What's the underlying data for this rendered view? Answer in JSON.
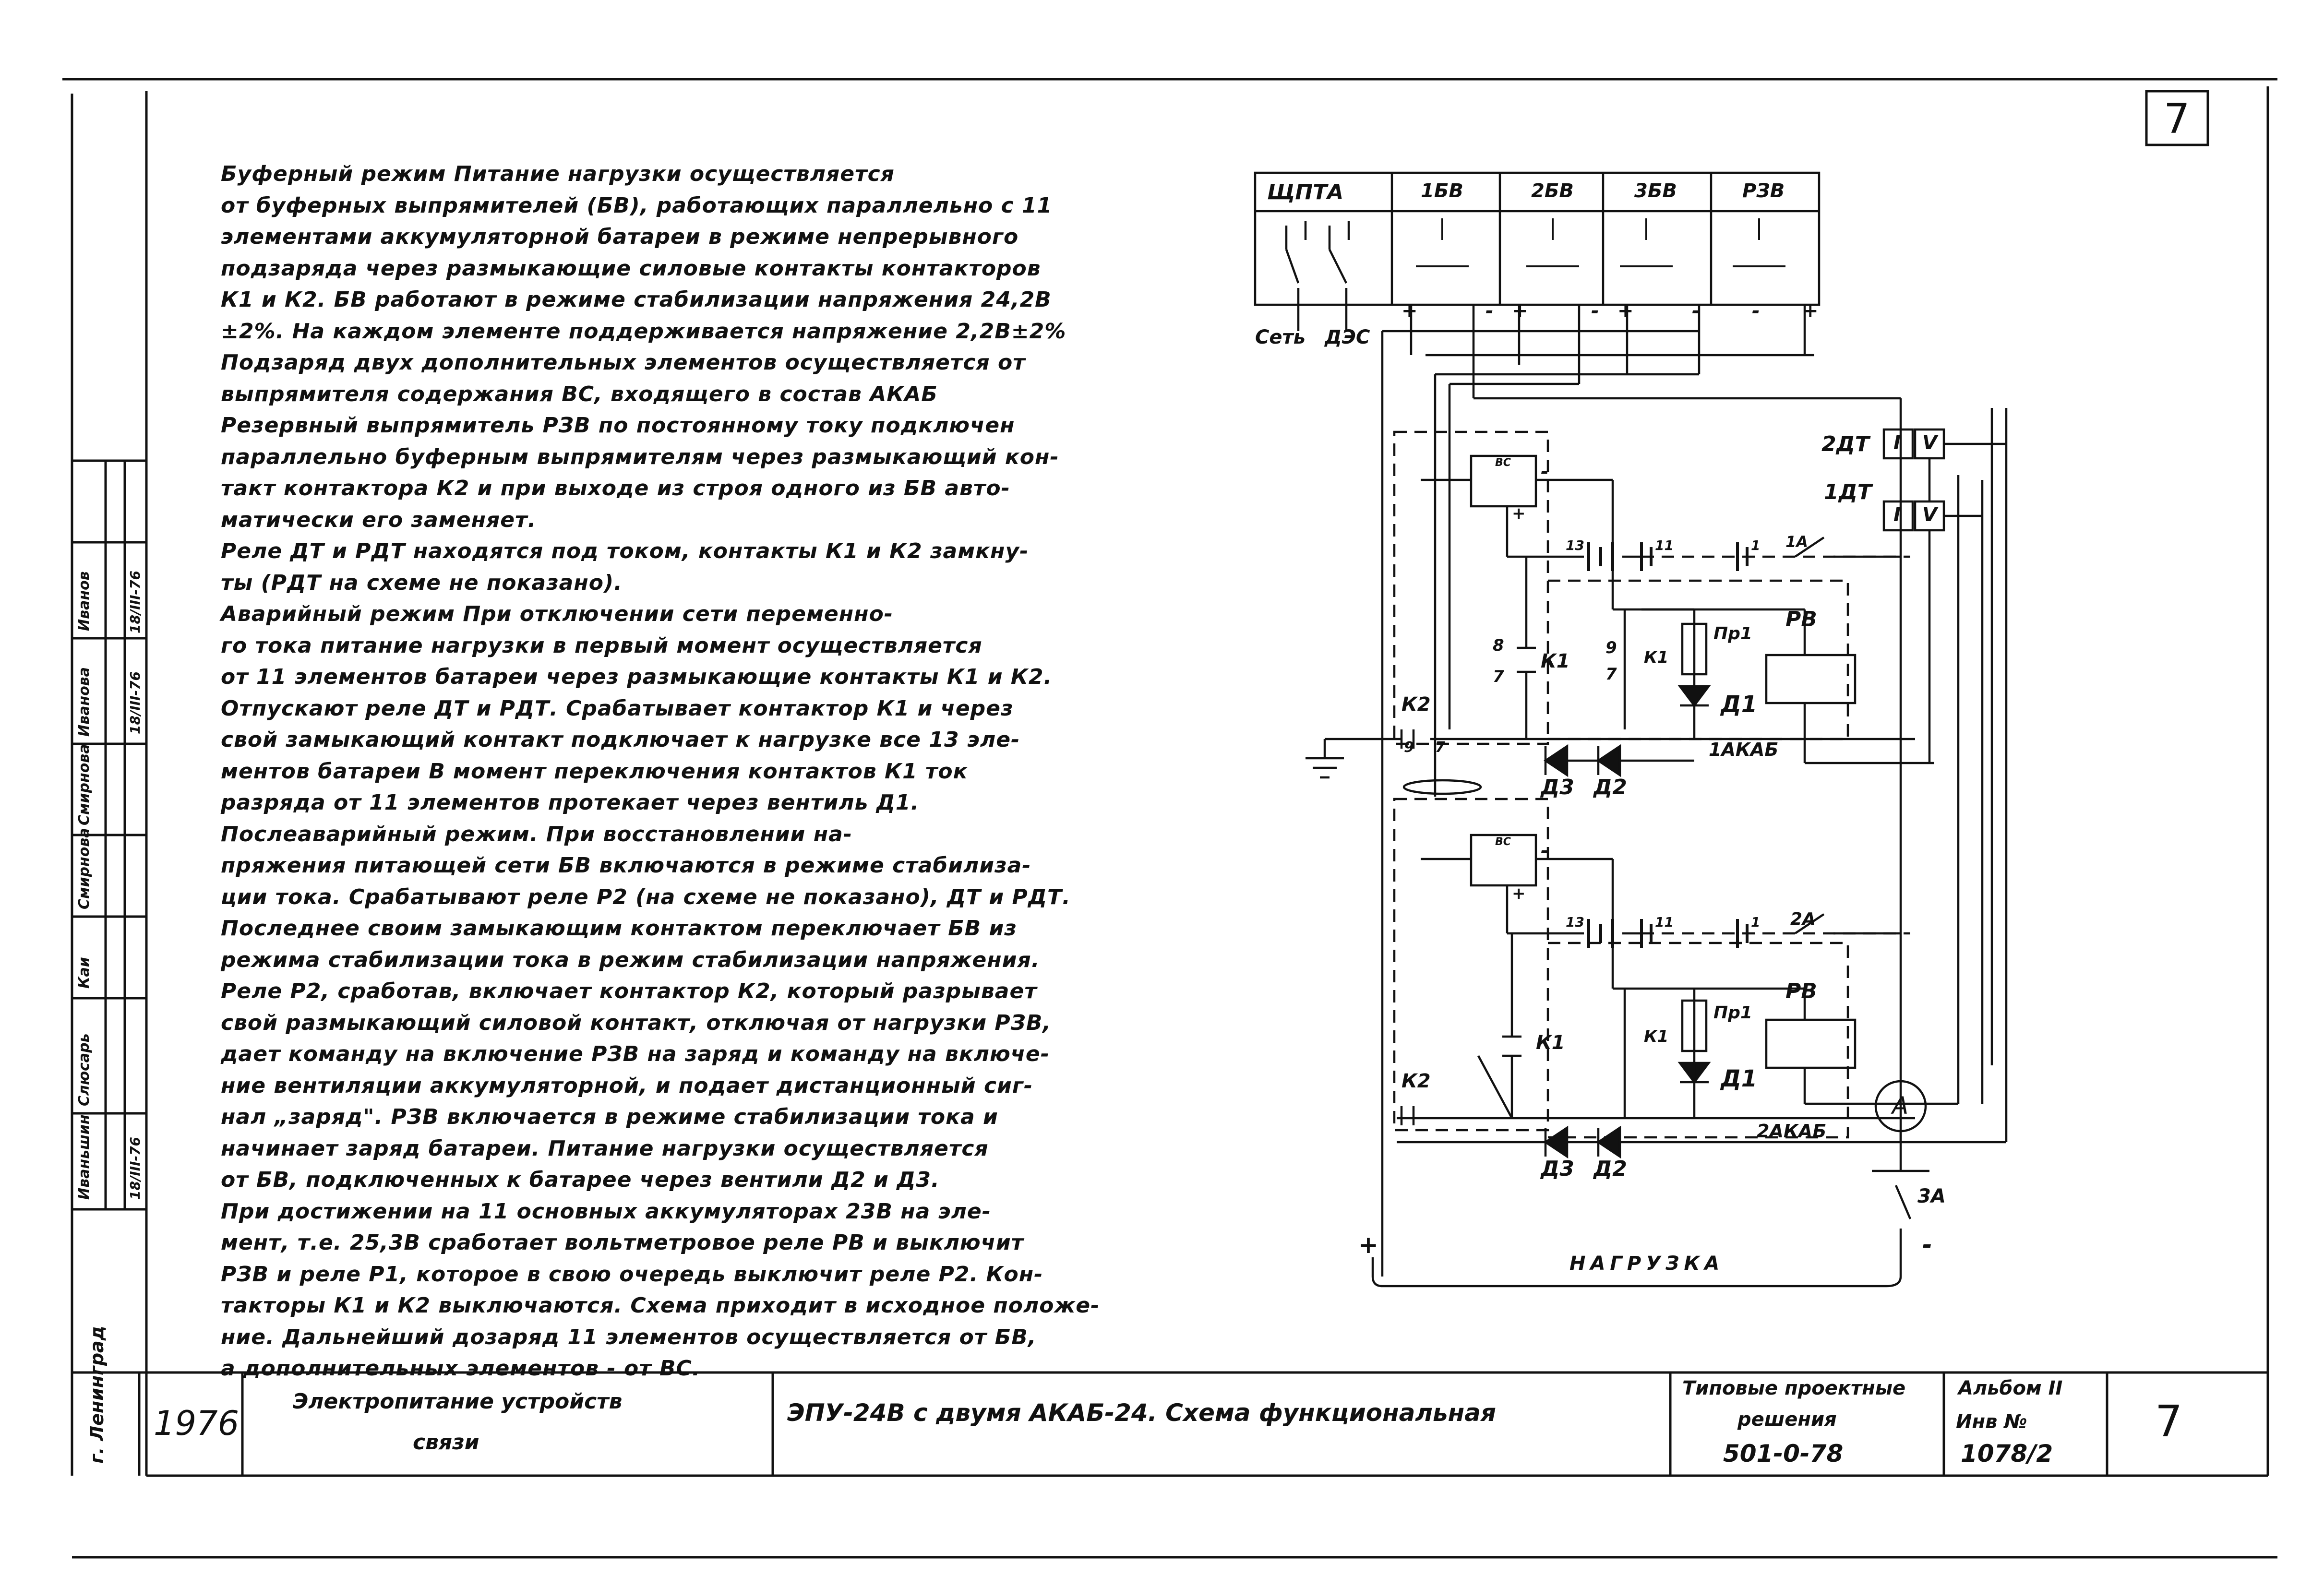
{
  "sheet_number": "7",
  "text_lines": [
    "Буферный режим  Питание нагрузки осуществляется",
    "от буферных выпрямителей (БВ), работающих параллельно с 11",
    "элементами аккумуляторной батареи в режиме непрерывного",
    "подзаряда через размыкающие силовые контакты контакторов",
    "К1 и К2. БВ работают в режиме стабилизации напряжения 24,2В",
    "±2%. На каждом элементе поддерживается напряжение 2,2В±2%",
    "Подзаряд двух дополнительных элементов осуществляется от",
    "выпрямителя содержания ВС, входящего в состав АКАБ",
    "Резервный выпрямитель РЗВ по постоянному току подключен",
    "параллельно буферным выпрямителям через размыкающий кон-",
    "такт контактора К2 и при выходе из строя одного из БВ авто-",
    "матически его заменяет.",
    "Реле ДТ и РДТ находятся под током, контакты К1 и К2 замкну-",
    "ты (РДТ на схеме не показано).",
    "Аварийный  режим  При отключении сети переменно-",
    "го тока питание нагрузки в первый момент осуществляется",
    "от 11 элементов батареи через размыкающие контакты К1 и К2.",
    "Отпускают реле ДТ и РДТ. Срабатывает контактор К1 и через",
    "свой замыкающий контакт подключает к нагрузке все 13 эле-",
    "ментов батареи  В момент переключения контактов К1 ток",
    "разряда от 11 элементов протекает через вентиль Д1.",
    "Послеаварийный  режим. При восстановлении на-",
    "пряжения питающей сети БВ включаются в режиме стабилиза-",
    "ции тока. Срабатывают реле Р2 (на схеме не показано), ДТ и РДТ.",
    "Последнее своим замыкающим контактом переключает БВ из",
    "режима стабилизации тока в режим стабилизации напряжения.",
    "Реле Р2, сработав, включает контактор К2, который разрывает",
    "свой размыкающий силовой контакт, отключая от нагрузки РЗВ,",
    "дает команду на включение РЗВ на заряд и команду на включе-",
    "ние вентиляции аккумуляторной, и подает дистанционный сиг-",
    "нал „заряд\". РЗВ включается в режиме стабилизации тока и",
    "начинает заряд батареи. Питание нагрузки осуществляется",
    "от БВ, подключенных к батарее через вентили Д2 и Д3.",
    "При достижении на 11 основных аккумуляторах 23В на эле-",
    "мент, т.е. 25,3В сработает вольтметровое реле РВ и выключит",
    "РЗВ и реле Р1, которое в свою очередь выключит реле Р2. Кон-",
    "такторы К1 и К2 выключаются. Схема приходит в исходное положе-",
    "ние. Дальнейший дозаряд 11 элементов осуществляется от БВ,",
    "а дополнительных элементов - от ВС."
  ],
  "diagram": {
    "source_panel": [
      "ЩПТА",
      "1БВ",
      "2БВ",
      "3БВ",
      "РЗВ"
    ],
    "labels": {
      "set": "Сеть",
      "des": "ДЭС",
      "dt2": "2ДТ",
      "dt1": "1ДТ",
      "i": "I",
      "v": "V",
      "vs": "ВС",
      "k1": "К1",
      "k2": "К2",
      "pr1": "Пр1",
      "rv": "РВ",
      "d1": "Д1",
      "d2": "Д2",
      "d3": "Д3",
      "n8": "8",
      "n7": "7",
      "n9": "9",
      "c13": "13",
      "c11": "11",
      "c1": "1",
      "sw1a": "1А",
      "sw2a": "2А",
      "sw3a": "3А",
      "akab1": "1АКАБ",
      "akab2": "2АКАБ",
      "ammeter": "А",
      "load": "НАГРУЗКА",
      "plus": "+",
      "minus": "-"
    }
  },
  "title_block": {
    "city": "г. Ленинград",
    "year": "1976",
    "subject": [
      "Электропитание устройств",
      "связи"
    ],
    "drawing_title": "ЭПУ-24В с двумя АКАБ-24. Схема функциональная",
    "series": [
      "Типовые проектные",
      "решения",
      "501-0-78"
    ],
    "album": "Альбом II",
    "inv_label": "Инв №",
    "inv_number": "1078/2",
    "sheet": "7"
  },
  "signatures": {
    "names": [
      "Иваньшин",
      "Слюсарь",
      "Каи",
      "Смирнова",
      "Смирнова",
      "Иванова",
      "Иванов"
    ],
    "dates": [
      "18/III-76",
      "18/III-76",
      "18/III-76"
    ]
  }
}
